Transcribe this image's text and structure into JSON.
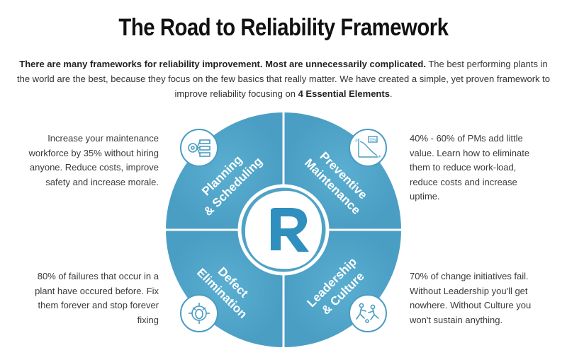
{
  "title": "The Road to Reliability Framework",
  "intro": {
    "bold": "There are many frameworks for reliability improvement. Most are unnecessarily complicated.",
    "text1": " The best performing plants in the world are the best, because they focus on the few basics that really matter. We have created a simple, yet proven framework to improve reliability focusing on ",
    "emphasis": "4 Essential Elements",
    "text2": "."
  },
  "quadrants": {
    "planning": {
      "line1": "Planning",
      "line2": "& Scheduling",
      "icon": "planning-board-icon"
    },
    "preventive": {
      "line1": "Preventive",
      "line2": "Maintenance",
      "icon": "pm-decay-curve-icon"
    },
    "defect": {
      "line1": "Defect",
      "line2": "Elimination",
      "icon": "bug-target-icon"
    },
    "leadership": {
      "line1": "Leadership",
      "line2": "& Culture",
      "icon": "team-people-icon"
    }
  },
  "descriptions": {
    "planning": "Increase your maintenance workforce by 35% without hiring anyone. Reduce costs, improve safety and increase morale.",
    "preventive": "40% - 60% of PMs add little value. Learn how to eliminate them to reduce work-load, reduce costs and increase uptime.",
    "defect": "80% of failures that occur in a  plant have occured before.  Fix them forever and stop forever fixing",
    "leadership": "70% of change initiatives fail. Without Leadership you'll get nowhere. Without Culture you won't sustain anything."
  },
  "center_logo": {
    "letter": "R"
  },
  "icon_texts": {
    "percent": "70%",
    "p_axis": "P",
    "f_axis": "F"
  },
  "colors": {
    "wheel_blue": "#4fa3c7",
    "wheel_dark": "#3f93b8",
    "logo_blue": "#2f8fbe",
    "icon_stroke": "#4a9cc2",
    "text": "#333333"
  }
}
